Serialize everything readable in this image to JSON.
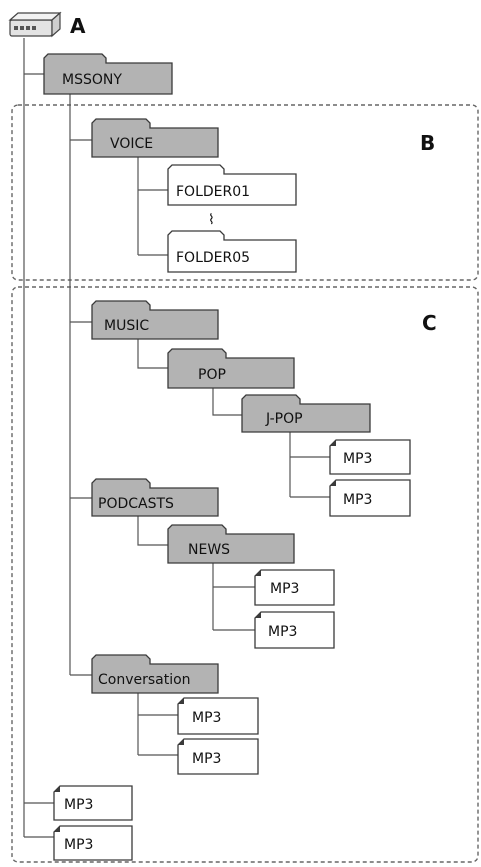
{
  "labels": {
    "device": "A",
    "voice_group": "B",
    "content_group": "C"
  },
  "folders": {
    "root": "MSSONY",
    "voice": "VOICE",
    "folder01": "FOLDER01",
    "folder05": "FOLDER05",
    "music": "MUSIC",
    "pop": "POP",
    "jpop": "J-POP",
    "podcasts": "PODCASTS",
    "news": "NEWS",
    "conversation": "Conversation"
  },
  "files": {
    "jpop_1": "MP3",
    "jpop_2": "MP3",
    "news_1": "MP3",
    "news_2": "MP3",
    "conv_1": "MP3",
    "conv_2": "MP3",
    "root_1": "MP3",
    "root_2": "MP3"
  },
  "ellipsis": "⌇",
  "colors": {
    "folder_fill": "#b3b3b3",
    "folder_stroke": "#3a3a3a",
    "doc_fill": "#ffffff",
    "line": "#555555",
    "group_border": "#666666"
  }
}
